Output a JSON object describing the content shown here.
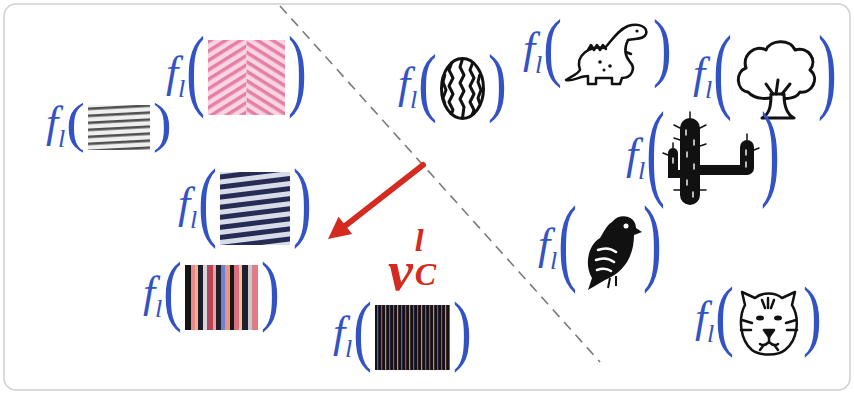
{
  "diagram": {
    "labels": [
      "f",
      "l",
      "(",
      ")",
      "f",
      "l",
      "(",
      ")",
      "f",
      "l",
      "(",
      ")",
      "f",
      "l",
      "(",
      ")",
      "f",
      "l",
      "(",
      ")",
      "f",
      "l",
      "(",
      ")",
      "f",
      "l",
      "(",
      ")",
      "f",
      "l",
      "(",
      ")",
      "f",
      "l",
      "(",
      ")",
      "f",
      "l",
      "(",
      ")",
      "f",
      "l",
      "(",
      ")",
      "v",
      "l",
      "C"
    ]
  }
}
